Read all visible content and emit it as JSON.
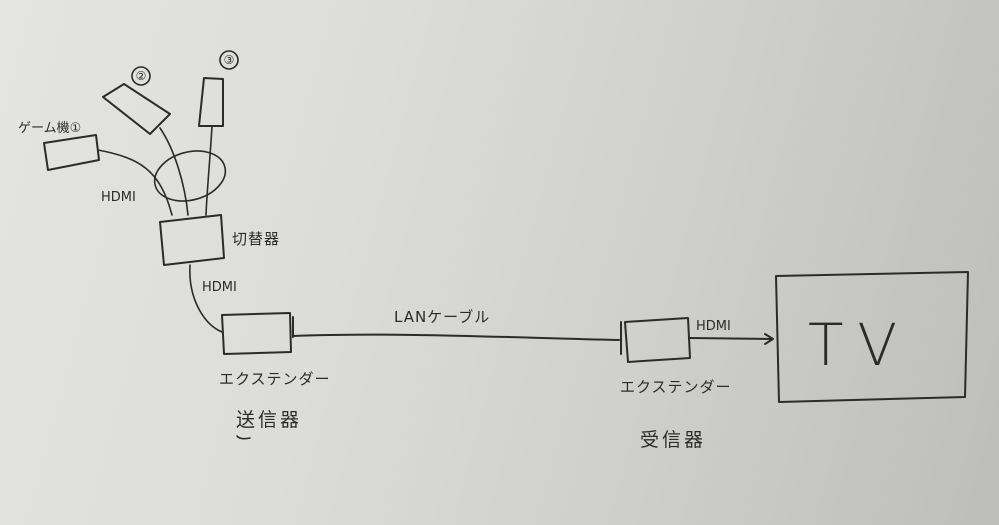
{
  "devices": {
    "game1_label": "ゲーム機①",
    "game2_label": "②",
    "game3_label": "③"
  },
  "switcher": {
    "label": "切替器"
  },
  "cables": {
    "hdmi_inputs": "HDMI",
    "hdmi_switch_to_sender": "HDMI",
    "lan": "LANケーブル",
    "hdmi_receiver_to_tv": "HDMI"
  },
  "sender": {
    "line1": "エクステンダー",
    "line2": "送信器"
  },
  "receiver": {
    "line1": "エクステンダー",
    "line2": "受信器"
  },
  "tv": {
    "label": "TV"
  }
}
